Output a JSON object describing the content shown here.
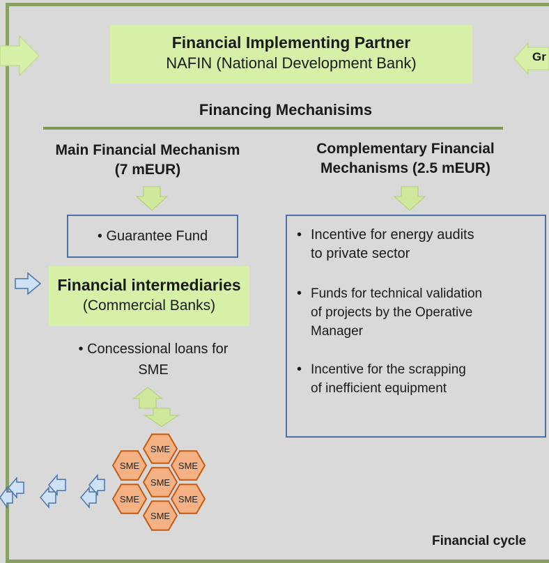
{
  "partner": {
    "title": "Financial Implementing Partner",
    "subtitle": "NAFIN (National Development Bank)"
  },
  "right_cut_label": "Gr",
  "mechanisms_heading": "Financing Mechanisims",
  "main": {
    "heading_line1": "Main Financial Mechanism",
    "heading_line2": "(7 mEUR)",
    "guarantee": "• Guarantee Fund",
    "intermediaries_title": "Financial intermediaries",
    "intermediaries_sub": "(Commercial Banks)",
    "loans_line1": "• Concessional loans for",
    "loans_line2": "SME"
  },
  "complementary": {
    "heading_line1": "Complementary Financial",
    "heading_line2": "Mechanisms (2.5 mEUR)",
    "items": [
      [
        "Incentive for energy audits",
        "to private sector"
      ],
      [
        "Funds for technical validation",
        "of projects by the Operative",
        "Manager"
      ],
      [
        "Incentive for the scrapping",
        "of inefficient equipment"
      ]
    ]
  },
  "sme_label": "SME",
  "footer": "Financial cycle",
  "colors": {
    "frame": "#8aa065",
    "green_fill": "#d7f0a8",
    "arrow_green": "#cfe89c",
    "arrow_blue": "#cde2f5",
    "blue_border": "#4a72a8",
    "hex_fill": "#f4b183",
    "hex_stroke": "#c55a11"
  }
}
